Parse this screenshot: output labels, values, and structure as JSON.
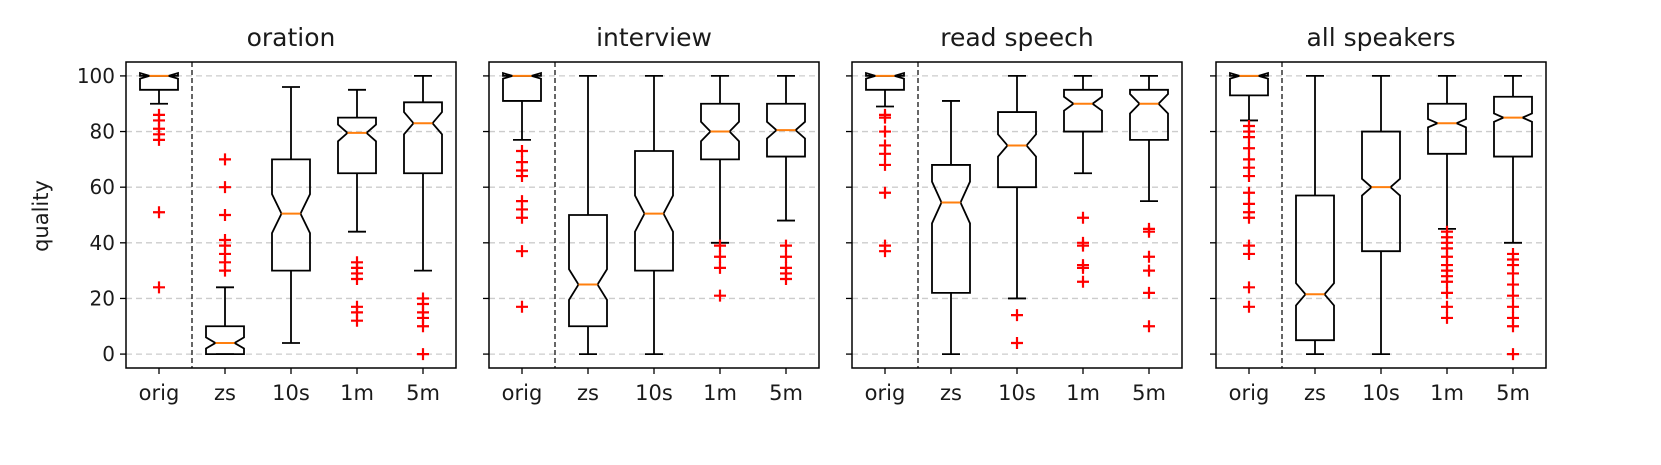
{
  "figure": {
    "ylabel": "quality"
  },
  "chart_data": [
    {
      "type": "boxplot",
      "title": "oration",
      "ylabel": "quality",
      "categories": [
        "orig",
        "zs",
        "10s",
        "1m",
        "5m"
      ],
      "yticks": [
        0,
        20,
        40,
        60,
        80,
        100
      ],
      "ylim": [
        -5,
        105
      ],
      "grid": "horizontal dashed",
      "boxes": [
        {
          "category": "orig",
          "whisker_low": 90,
          "q1": 95,
          "median": 100,
          "q3": 100,
          "whisker_high": 100,
          "notch_low": 99,
          "notch_high": 101,
          "outliers": [
            86,
            84,
            81,
            79,
            77,
            51,
            24
          ]
        },
        {
          "category": "zs",
          "whisker_low": 0,
          "q1": 0,
          "median": 4,
          "q3": 10,
          "whisker_high": 24,
          "notch_low": 2,
          "notch_high": 6,
          "outliers": [
            30,
            33,
            36,
            39,
            41,
            50,
            60,
            70
          ]
        },
        {
          "category": "10s",
          "whisker_low": 4,
          "q1": 30,
          "median": 50.5,
          "q3": 70,
          "whisker_high": 96,
          "notch_low": 43.5,
          "notch_high": 57.5,
          "outliers": []
        },
        {
          "category": "1m",
          "whisker_low": 44,
          "q1": 65,
          "median": 79.5,
          "q3": 85,
          "whisker_high": 95,
          "notch_low": 76.5,
          "notch_high": 82.5,
          "outliers": [
            33,
            31,
            29,
            27,
            17,
            15,
            12
          ]
        },
        {
          "category": "5m",
          "whisker_low": 30,
          "q1": 65,
          "median": 83,
          "q3": 90.5,
          "whisker_high": 100,
          "notch_low": 79,
          "notch_high": 87,
          "outliers": [
            20,
            18,
            15,
            13,
            10,
            0
          ]
        }
      ]
    },
    {
      "type": "boxplot",
      "title": "interview",
      "categories": [
        "orig",
        "zs",
        "10s",
        "1m",
        "5m"
      ],
      "yticks": [
        0,
        20,
        40,
        60,
        80,
        100
      ],
      "ylim": [
        -5,
        105
      ],
      "grid": "horizontal dashed",
      "boxes": [
        {
          "category": "orig",
          "whisker_low": 77,
          "q1": 91,
          "median": 100,
          "q3": 100,
          "whisker_high": 100,
          "notch_low": 99,
          "notch_high": 101,
          "outliers": [
            73,
            69,
            66,
            64,
            55,
            52,
            49,
            37,
            17
          ]
        },
        {
          "category": "zs",
          "whisker_low": 0,
          "q1": 10,
          "median": 25,
          "q3": 50,
          "whisker_high": 100,
          "notch_low": 19.5,
          "notch_high": 30.5,
          "outliers": []
        },
        {
          "category": "10s",
          "whisker_low": 0,
          "q1": 30,
          "median": 50.5,
          "q3": 73,
          "whisker_high": 100,
          "notch_low": 44,
          "notch_high": 57,
          "outliers": []
        },
        {
          "category": "1m",
          "whisker_low": 40,
          "q1": 70,
          "median": 80,
          "q3": 90,
          "whisker_high": 100,
          "notch_low": 76.5,
          "notch_high": 83.5,
          "outliers": [
            39,
            35,
            31,
            21
          ]
        },
        {
          "category": "5m",
          "whisker_low": 48,
          "q1": 71,
          "median": 80.5,
          "q3": 90,
          "whisker_high": 100,
          "notch_low": 77.5,
          "notch_high": 83.5,
          "outliers": [
            39,
            35,
            31,
            29,
            27
          ]
        }
      ]
    },
    {
      "type": "boxplot",
      "title": "read speech",
      "categories": [
        "orig",
        "zs",
        "10s",
        "1m",
        "5m"
      ],
      "yticks": [
        0,
        20,
        40,
        60,
        80,
        100
      ],
      "ylim": [
        -5,
        105
      ],
      "grid": "horizontal dashed",
      "boxes": [
        {
          "category": "orig",
          "whisker_low": 89,
          "q1": 95,
          "median": 100,
          "q3": 100,
          "whisker_high": 100,
          "notch_low": 99,
          "notch_high": 101,
          "outliers": [
            86,
            85,
            80,
            75,
            72,
            68,
            58,
            39,
            37
          ]
        },
        {
          "category": "zs",
          "whisker_low": 0,
          "q1": 22,
          "median": 54.5,
          "q3": 68,
          "whisker_high": 91,
          "notch_low": 47,
          "notch_high": 62,
          "outliers": []
        },
        {
          "category": "10s",
          "whisker_low": 20,
          "q1": 60,
          "median": 75,
          "q3": 87,
          "whisker_high": 100,
          "notch_low": 71,
          "notch_high": 79,
          "outliers": [
            14,
            4
          ]
        },
        {
          "category": "1m",
          "whisker_low": 65,
          "q1": 80,
          "median": 90,
          "q3": 95,
          "whisker_high": 100,
          "notch_low": 87.5,
          "notch_high": 92.5,
          "outliers": [
            49,
            40,
            39,
            32,
            31,
            26
          ]
        },
        {
          "category": "5m",
          "whisker_low": 55,
          "q1": 77,
          "median": 90,
          "q3": 95,
          "whisker_high": 100,
          "notch_low": 86.5,
          "notch_high": 93.5,
          "outliers": [
            45,
            44,
            35,
            30,
            22,
            10
          ]
        }
      ]
    },
    {
      "type": "boxplot",
      "title": "all speakers",
      "categories": [
        "orig",
        "zs",
        "10s",
        "1m",
        "5m"
      ],
      "yticks": [
        0,
        20,
        40,
        60,
        80,
        100
      ],
      "ylim": [
        -5,
        105
      ],
      "grid": "horizontal dashed",
      "boxes": [
        {
          "category": "orig",
          "whisker_low": 84,
          "q1": 93,
          "median": 100,
          "q3": 100,
          "whisker_high": 100,
          "notch_low": 99,
          "notch_high": 101,
          "outliers": [
            82,
            80,
            78,
            74,
            70,
            67,
            64,
            58,
            54,
            51,
            49,
            39,
            36,
            24,
            17
          ]
        },
        {
          "category": "zs",
          "whisker_low": 0,
          "q1": 5,
          "median": 21.5,
          "q3": 57,
          "whisker_high": 100,
          "notch_low": 17.5,
          "notch_high": 25.5,
          "outliers": []
        },
        {
          "category": "10s",
          "whisker_low": 0,
          "q1": 37,
          "median": 60,
          "q3": 80,
          "whisker_high": 100,
          "notch_low": 57,
          "notch_high": 63,
          "outliers": []
        },
        {
          "category": "1m",
          "whisker_low": 45,
          "q1": 72,
          "median": 83,
          "q3": 90,
          "whisker_high": 100,
          "notch_low": 81.5,
          "notch_high": 84.5,
          "outliers": [
            44,
            42,
            40,
            38,
            35,
            32,
            30,
            28,
            26,
            22,
            17,
            13
          ]
        },
        {
          "category": "5m",
          "whisker_low": 40,
          "q1": 71,
          "median": 85,
          "q3": 92.5,
          "whisker_high": 100,
          "notch_low": 83.5,
          "notch_high": 86.5,
          "outliers": [
            36,
            34,
            32,
            29,
            25,
            21,
            17,
            13,
            10,
            0
          ]
        }
      ]
    }
  ],
  "colors": {
    "box": "#000000",
    "median": "#ff7f0e",
    "outlier": "#ff0000",
    "grid": "#cccccc",
    "separator": "#000000",
    "background": "#ffffff"
  }
}
